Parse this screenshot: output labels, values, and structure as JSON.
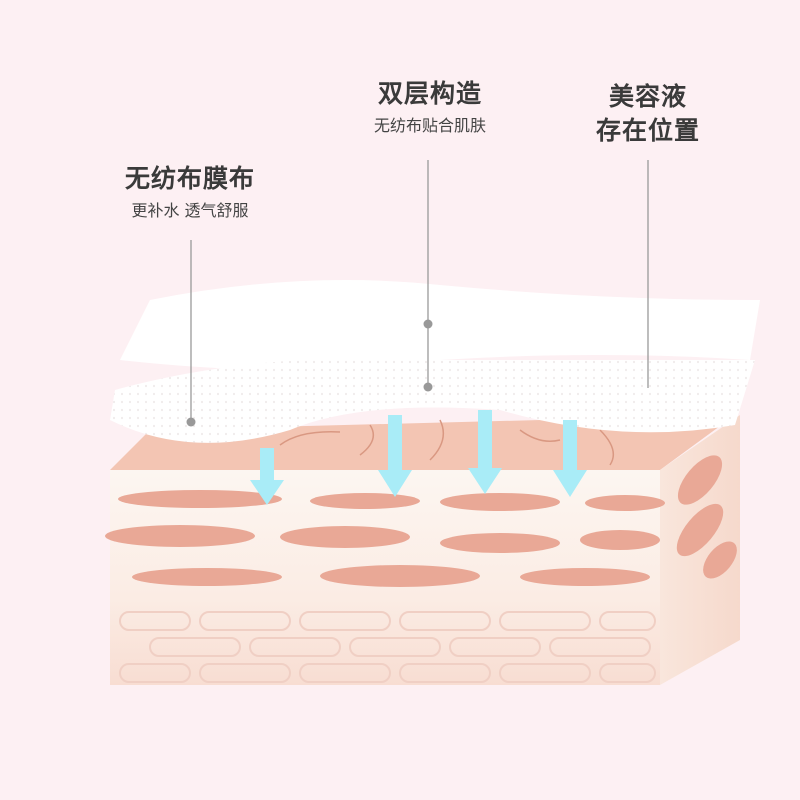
{
  "labels": {
    "nonwoven": {
      "title": "无纺布膜布",
      "subtitle": "更补水 透气舒服"
    },
    "double_layer": {
      "title": "双层构造",
      "subtitle": "无纺布贴合肌肤"
    },
    "serum": {
      "title_line1": "美容液",
      "title_line2": "存在位置"
    }
  },
  "colors": {
    "background": "#fdf0f3",
    "skin_top": "#f3c3b0",
    "skin_front": "#fbf2ec",
    "cell": "#e8a592",
    "arrow": "#a9ecf7",
    "pointer": "#999999"
  }
}
